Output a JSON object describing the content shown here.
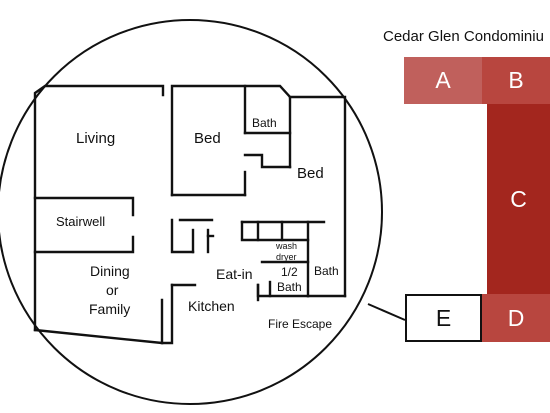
{
  "building": {
    "title": "Cedar Glen Condominiu"
  },
  "units": {
    "a": {
      "label": "A",
      "color": "#c0605c"
    },
    "b": {
      "label": "B",
      "color": "#b8463f"
    },
    "c": {
      "label": "C",
      "color": "#a3261e"
    },
    "d": {
      "label": "D",
      "color": "#b8463f"
    },
    "e": {
      "label": "E",
      "color": "#ffffff"
    }
  },
  "floorplan": {
    "rooms": {
      "living": "Living",
      "bed1": "Bed",
      "bath1": "Bath",
      "bed2": "Bed",
      "stairwell": "Stairwell",
      "dining_line1": "Dining",
      "dining_line2": "or",
      "dining_line3": "Family",
      "eat_in": "Eat-in",
      "kitchen": "Kitchen",
      "wash": "wash",
      "dryer": "dryer",
      "half_bath_line1": "1/2",
      "half_bath_line2": "Bath",
      "bath2": "Bath",
      "fire_escape": "Fire Escape"
    }
  }
}
